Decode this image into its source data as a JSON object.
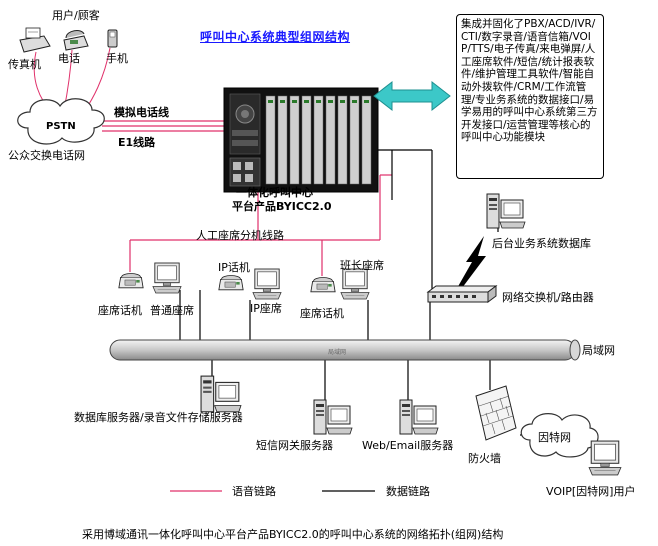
{
  "title": "呼叫中心系统典型组网结构",
  "info_box": "集成并固化了PBX/ACD/IVR/CTI/数字录音/语音信箱/VOIP/TTS/电子传真/来电弹屏/人工座席软件/短信/统计报表软件/维护管理工具软件/智能自动外拨软件/CRM/工作流管理/专业务系统的数据接口/易学易用的呼叫中心系统第三方开发接口/运营管理等核心的呼叫中心功能模块",
  "labels": {
    "users": "用户/顾客",
    "fax": "传真机",
    "phone": "电话",
    "mobile": "手机",
    "pstn": "PSTN",
    "pstn_net": "公众交换电话网",
    "analog_line": "模拟电话线",
    "e1_line": "E1线路",
    "platform_line1": "一体化呼叫中心",
    "platform_line2": "平台产品BYICC2.0",
    "agent_branch": "人工座席分机线路",
    "backend_db": "后台业务系统数据库",
    "switch_router": "网络交换机/路由器",
    "ip_phone": "IP话机",
    "team_leader_seat": "班长座席",
    "agent_phone_1": "座席话机",
    "normal_seat": "普通座席",
    "ip_seat": "IP座席",
    "agent_phone_2": "座席话机",
    "lan_band": "局域网",
    "lan": "局域网",
    "db_server": "数据库服务器/录音文件存储服务器",
    "sms_gateway": "短信网关服务器",
    "web_email": "Web/Email服务器",
    "firewall": "防火墙",
    "internet": "因特网",
    "voip_user": "VOIP[因特网]用户",
    "legend_voice": "语音链路",
    "legend_data": "数据链路",
    "caption": "采用博域通讯一体化呼叫中心平台产品BYICC2.0的呼叫中心系统的网络拓扑(组网)结构"
  },
  "colors": {
    "voice_link": "#e0306a",
    "data_link": "#000000",
    "title": "#1a1aff",
    "arrow": "#3cc8c8"
  }
}
